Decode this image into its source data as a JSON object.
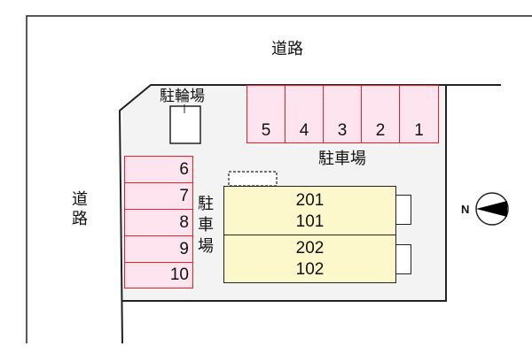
{
  "roads": {
    "top_label": "道路",
    "left_label": "道路"
  },
  "bicycle_parking": {
    "label": "駐輪場"
  },
  "parking_top": {
    "label": "駐車場",
    "spaces": [
      "5",
      "4",
      "3",
      "2",
      "1"
    ]
  },
  "parking_left": {
    "label_chars": [
      "駐",
      "車",
      "場"
    ],
    "spaces": [
      "6",
      "7",
      "8",
      "9",
      "10"
    ]
  },
  "building": {
    "units": [
      {
        "upper": "201",
        "lower": "101"
      },
      {
        "upper": "202",
        "lower": "102"
      }
    ]
  },
  "compass": {
    "label": "N",
    "icon": "north-arrow-icon"
  },
  "colors": {
    "lot": "#f3f3f3",
    "parking_fill": "#fde4ee",
    "parking_border": "#e8202c",
    "building": "#fdf8cc"
  }
}
